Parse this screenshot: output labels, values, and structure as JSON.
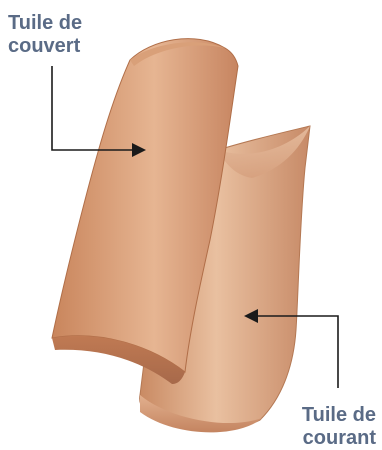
{
  "labels": {
    "top": {
      "line1": "Tuile de",
      "line2": "couvert"
    },
    "bottom": {
      "line1": "Tuile de",
      "line2": "courant"
    }
  },
  "colors": {
    "label_text": "#5a6b86",
    "arrow": "#1a1a1a",
    "tile_light": "#e6b592",
    "tile_mid": "#d5956f",
    "tile_dark": "#b87955",
    "tile_edge": "#a7694a"
  }
}
